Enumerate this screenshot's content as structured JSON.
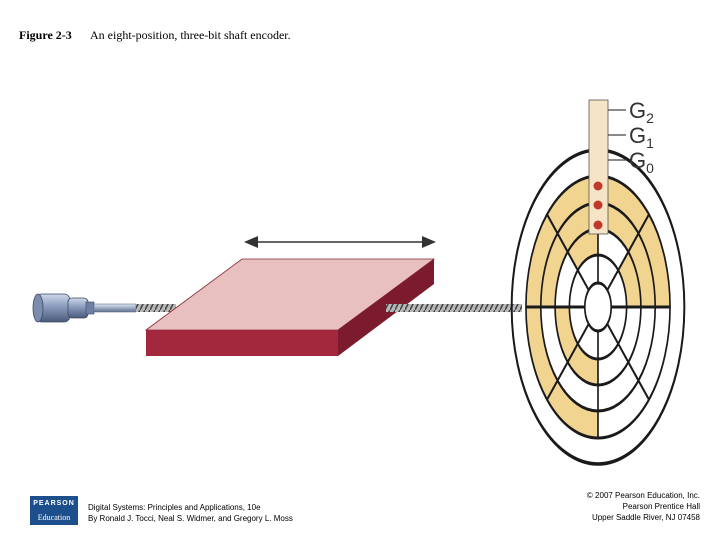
{
  "figure": {
    "label": "Figure 2-3",
    "caption": "An eight-position, three-bit shaft encoder."
  },
  "diagram": {
    "bit_labels": [
      {
        "letter": "G",
        "sub": "2"
      },
      {
        "letter": "G",
        "sub": "1"
      },
      {
        "letter": "G",
        "sub": "0"
      }
    ],
    "colors": {
      "slab_top": "#e8c0c0",
      "slab_side": "#a3283e",
      "encoder_fill": "#f2d491",
      "contact": "#c0392b",
      "strip": "#f6e4c6"
    }
  },
  "footer": {
    "logo_line1": "PEARSON",
    "logo_line2": "Education",
    "book_title": "Digital Systems: Principles and Applications, 10e",
    "authors": "By Ronald J. Tocci, Neal S. Widmer, and Gregory L. Moss",
    "copyright": "© 2007 Pearson Education, Inc.",
    "publisher": "Pearson Prentice Hall",
    "location": "Upper Saddle River, NJ 07458"
  }
}
